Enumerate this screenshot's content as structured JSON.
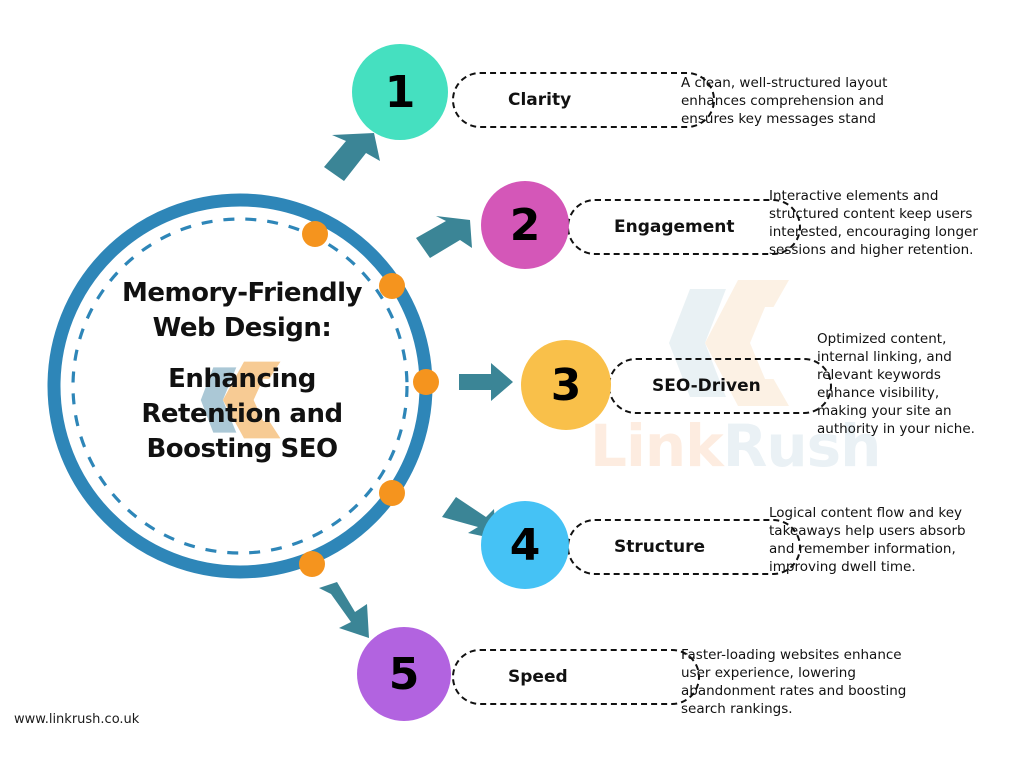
{
  "center": {
    "title_lines": [
      "Memory-Friendly",
      "Web Design:",
      "",
      "Enhancing",
      "Retention and",
      "Boosting SEO"
    ],
    "ring_color": "#2E86B8",
    "dot_color": "#F5941E",
    "arrow_color": "#3B8596"
  },
  "steps": [
    {
      "number": "1",
      "label": "Clarity",
      "color": "#45E0C0",
      "description": "A clean, well-structured layout enhances comprehension and ensures key messages stand"
    },
    {
      "number": "2",
      "label": "Engagement",
      "color": "#D457B8",
      "description": "Interactive elements and structured content keep users interested, encouraging longer sessions and higher retention."
    },
    {
      "number": "3",
      "label": "SEO-Driven",
      "color": "#F9C04A",
      "description": "Optimized content, internal linking, and relevant keywords enhance visibility, making your site an authority in your niche."
    },
    {
      "number": "4",
      "label": "Structure",
      "color": "#45C2F5",
      "description": "Logical content flow and key takeaways help users absorb and remember information, improving dwell time."
    },
    {
      "number": "5",
      "label": "Speed",
      "color": "#B263E0",
      "description": "Faster-loading websites enhance user experience, lowering abandonment rates and boosting search rankings."
    }
  ],
  "watermark": {
    "brand_part_a": "Link",
    "brand_part_b": "Rush"
  },
  "footer": {
    "url": "www.linkrush.co.uk"
  }
}
